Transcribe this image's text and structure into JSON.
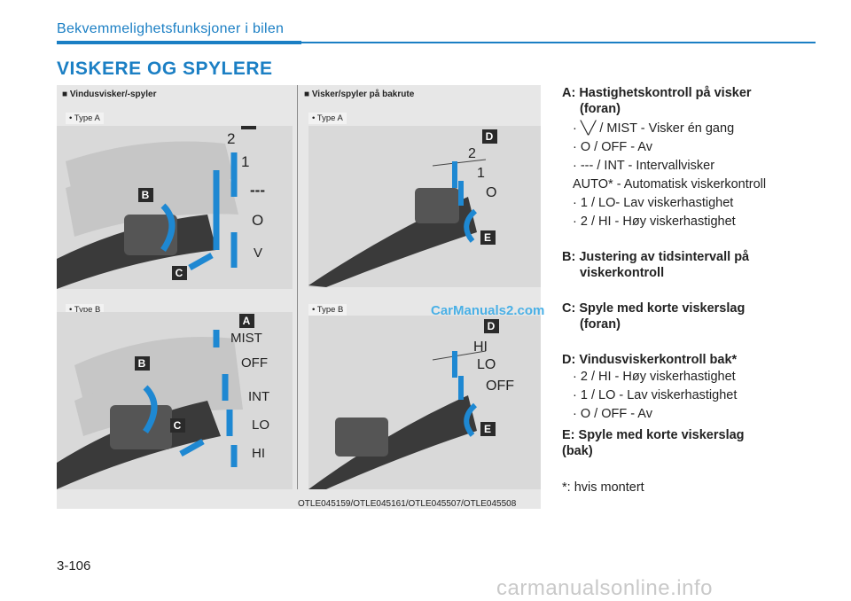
{
  "header": {
    "section": "Bekvemmelighetsfunksjoner i bilen",
    "title": "VISKERE OG SPYLERE"
  },
  "colors": {
    "accent": "#1b7fc4",
    "badge": "#2a2a2a",
    "arrow": "#1e88d2"
  },
  "figure": {
    "left_title": "■ Vindusvisker/-spyler",
    "right_title": "■ Visker/spyler på bakrute",
    "type_a": "• Type A",
    "type_b": "• Type B",
    "code": "OTLE045159/OTLE045161/OTLE045507/OTLE045508",
    "watermark": "CarManuals2.com",
    "tl": {
      "badges": [
        "A",
        "B",
        "C"
      ],
      "labels": [
        "2",
        "1",
        "---",
        "O",
        "V"
      ]
    },
    "bl": {
      "badges": [
        "A",
        "B",
        "C"
      ],
      "labels": [
        "MIST",
        "OFF",
        "INT",
        "LO",
        "HI"
      ]
    },
    "tr": {
      "badges": [
        "D",
        "E"
      ],
      "labels": [
        "2",
        "1",
        "O"
      ]
    },
    "br": {
      "badges": [
        "D",
        "E"
      ],
      "labels": [
        "HI",
        "LO",
        "OFF"
      ]
    }
  },
  "legend": {
    "a_head_1": "A: Hastighetskontroll på visker",
    "a_head_2": "(foran)",
    "a_items": [
      "· ╲╱ / MIST - Visker én gang",
      "· O / OFF - Av",
      "· --- / INT - Intervallvisker"
    ],
    "a_auto": "AUTO* - Automatisk viskerkontroll",
    "a_items2": [
      "· 1 / LO- Lav viskerhastighet",
      "· 2 / HI - Høy viskerhastighet"
    ],
    "b_head_1": "B: Justering av tidsintervall på",
    "b_head_2": "viskerkontroll",
    "c_head_1": "C: Spyle med korte viskerslag",
    "c_head_2": "(foran)",
    "d_head": "D: Vindusviskerkontroll bak*",
    "d_items": [
      "· 2 / HI - Høy viskerhastighet",
      "· 1 / LO - Lav viskerhastighet",
      "· O / OFF - Av"
    ],
    "e_head_1": "E: Spyle med korte viskerslag",
    "e_head_2": "(bak)",
    "note": "*: hvis montert"
  },
  "page": {
    "number": "3-106",
    "footer": "carmanualsonline.info"
  }
}
